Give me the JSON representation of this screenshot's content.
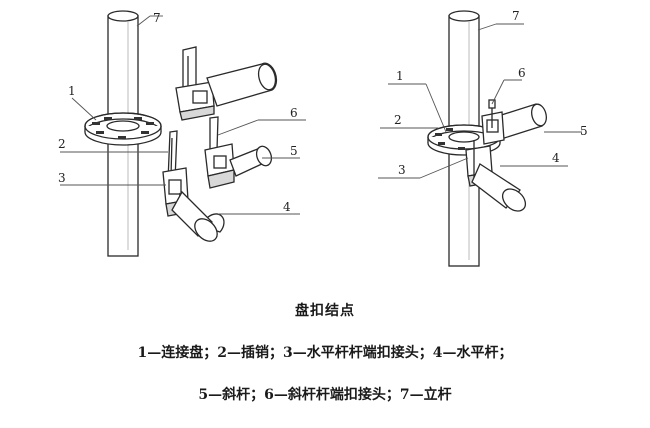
{
  "diagram": {
    "callouts_left": [
      "7",
      "1",
      "2",
      "3",
      "6",
      "5",
      "4"
    ],
    "callouts_right": [
      "7",
      "1",
      "6",
      "2",
      "5",
      "3",
      "4"
    ]
  },
  "caption": {
    "title": "盘扣结点",
    "legend_line1": "1—连接盘；2—插销；3—水平杆杆端扣接头；4—水平杆；",
    "legend_line2": "5—斜杆；6—斜杆杆端扣接头；7—立杆"
  },
  "colors": {
    "line": "#2a2a2a",
    "fill": "#ffffff",
    "shade": "#9a9a9a"
  }
}
